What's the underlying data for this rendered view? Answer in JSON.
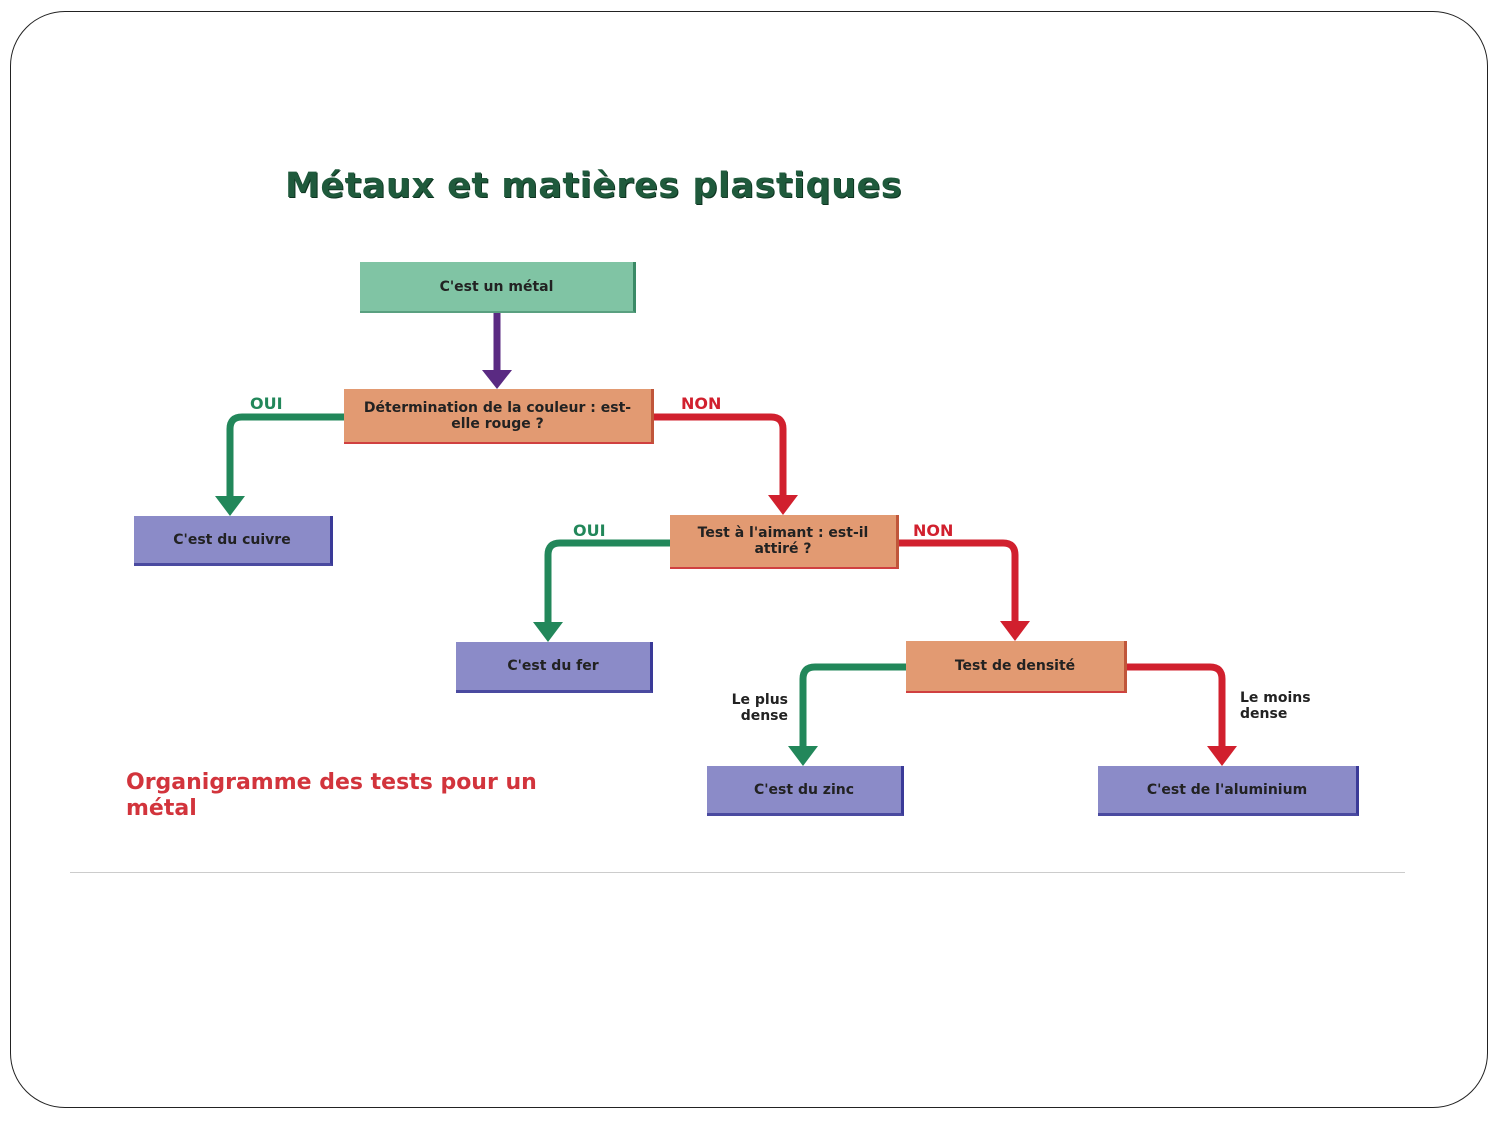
{
  "title": "Métaux et matières plastiques",
  "nodes": {
    "metal": "C'est un métal",
    "couleur": "Détermination de la couleur : est-elle rouge ?",
    "cuivre": "C'est du cuivre",
    "aimant": "Test à l'aimant : est-il attiré ?",
    "fer": "C'est du fer",
    "densite": "Test de densité",
    "zinc": "C'est du zinc",
    "aluminium": "C'est de l'aluminium"
  },
  "labels": {
    "oui1": "OUI",
    "non1": "NON",
    "oui2": "OUI",
    "non2": "NON",
    "plus_dense": "Le plus dense",
    "moins_dense": "Le moins dense"
  },
  "caption": "Organigramme des tests pour un métal",
  "colors": {
    "green": "#22875a",
    "red": "#d1202e",
    "purple": "#5a2a82",
    "title": "#1f5a3c"
  }
}
